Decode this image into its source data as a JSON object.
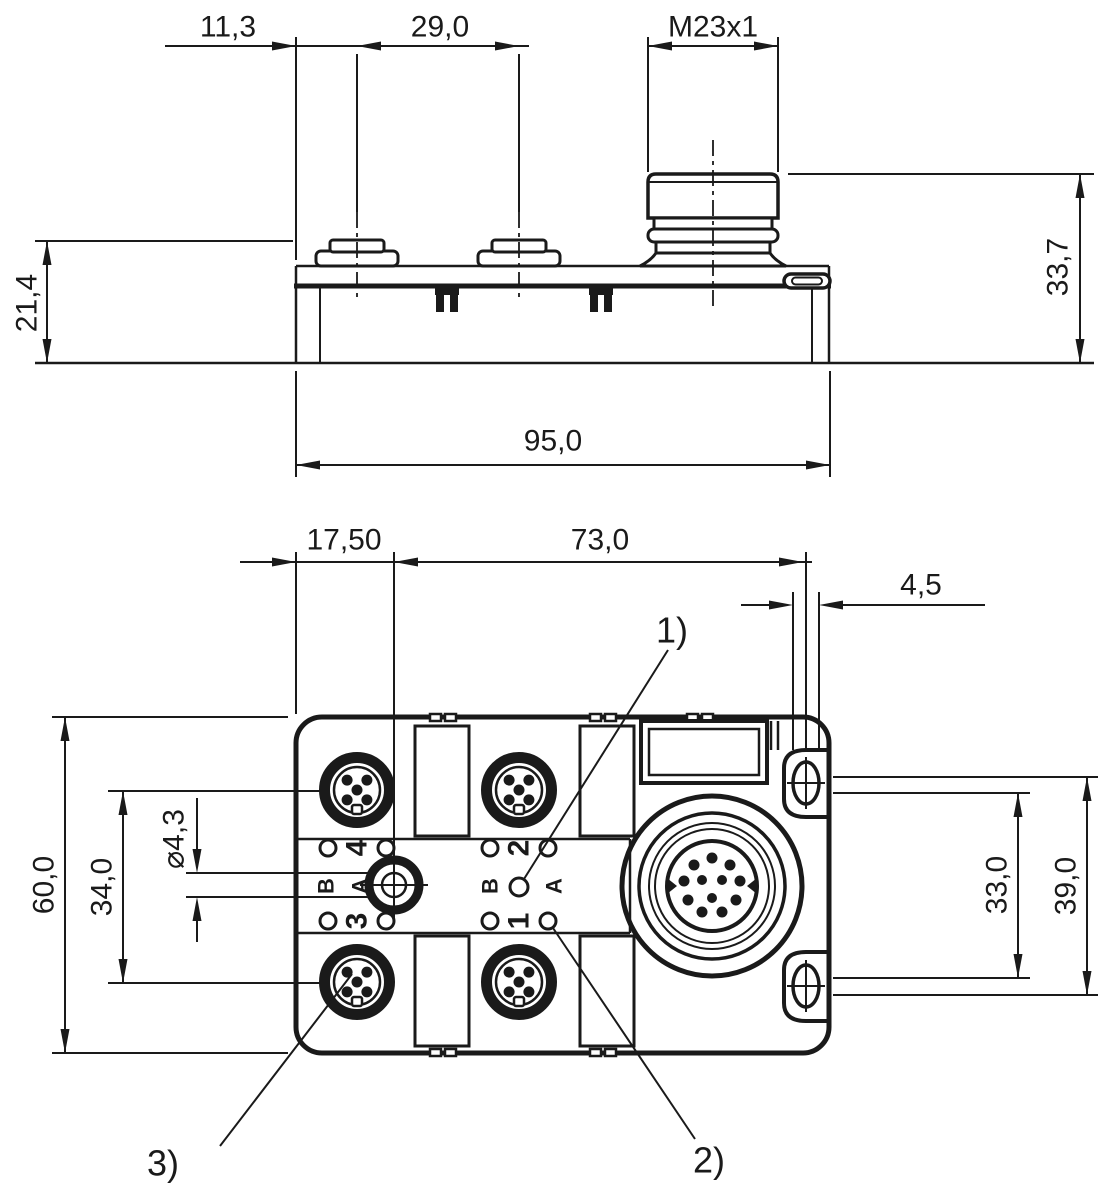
{
  "side_view": {
    "dim_port_offset": "11,3",
    "dim_port_pitch": "29,0",
    "dim_thread": "M23x1",
    "dim_height_m23": "33,7",
    "dim_height_body": "21,4",
    "dim_width": "95,0"
  },
  "plan_view": {
    "dim_ground_offset": "17,50",
    "dim_ground_to_slot": "73,0",
    "dim_slot_width": "4,5",
    "dim_depth": "60,0",
    "dim_port_pitch_vertical": "34,0",
    "dim_ground_hole": "⌀4,3",
    "dim_slot_pitch": "33,0",
    "dim_slot_span": "39,0"
  },
  "ports": {
    "port_4": "4",
    "port_2": "2",
    "port_3": "3",
    "port_1": "1",
    "channel_b_left": "B",
    "channel_a_left": "A",
    "channel_b_right": "B",
    "channel_a_right": "A"
  },
  "callouts": {
    "c1": "1)",
    "c2": "2)",
    "c3": "3)"
  },
  "colors": {
    "line": "#1a1a1a",
    "background": "#ffffff"
  }
}
